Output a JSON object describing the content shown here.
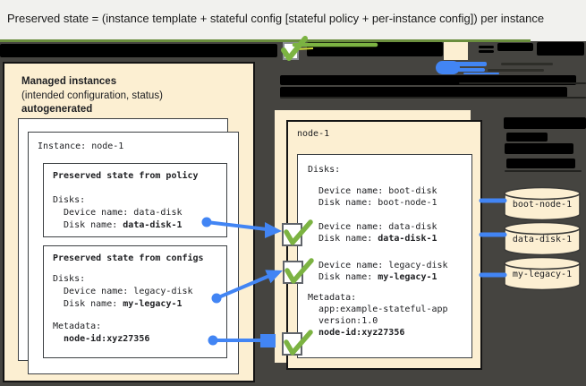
{
  "title": "Preserved state = (instance template + stateful config [stateful policy + per-instance config]) per instance",
  "left_panel": {
    "label_line1": "Managed instances",
    "label_line2": "(intended configuration, status)",
    "label_line3": "autogenerated",
    "instance_title": "Instance: node-1",
    "policy_box": {
      "title": "Preserved state from policy",
      "disks_label": "Disks:",
      "device_line": "  Device name: data-disk",
      "disk_prefix": "  Disk name: ",
      "disk_value": "data-disk-1"
    },
    "configs_box": {
      "title": "Preserved state from configs",
      "disks_label": "Disks:",
      "device_line": "  Device name: legacy-disk",
      "disk_prefix": "  Disk name: ",
      "disk_value": "my-legacy-1",
      "metadata_label": "Metadata:",
      "metadata_value": "  node-id:xyz27356"
    }
  },
  "right_panel": {
    "instance_title": "node-1",
    "disks_label": "Disks:",
    "boot_device_line": "  Device name: boot-disk",
    "boot_disk_line": "  Disk name: boot-node-1",
    "data_device_line": "  Device name: data-disk",
    "data_disk_prefix": "  Disk name: ",
    "data_disk_value": "data-disk-1",
    "legacy_device_line": "  Device name: legacy-disk",
    "legacy_disk_prefix": "  Disk name: ",
    "legacy_disk_value": "my-legacy-1",
    "metadata_label": "Metadata:",
    "metadata_app": "  app:example-stateful-app",
    "metadata_version": "  version:1.0",
    "metadata_node_id": "  node-id:xyz27356"
  },
  "disk_cylinders": [
    {
      "label": "boot-node-1"
    },
    {
      "label": "data-disk-1"
    },
    {
      "label": "my-legacy-1"
    }
  ],
  "colors": {
    "accent_blue": "#4285F4",
    "check_green": "#7CB342",
    "line_olive": "#6B8E3E",
    "panel_cream": "#FCEFD2",
    "background_dark": "#454440"
  }
}
